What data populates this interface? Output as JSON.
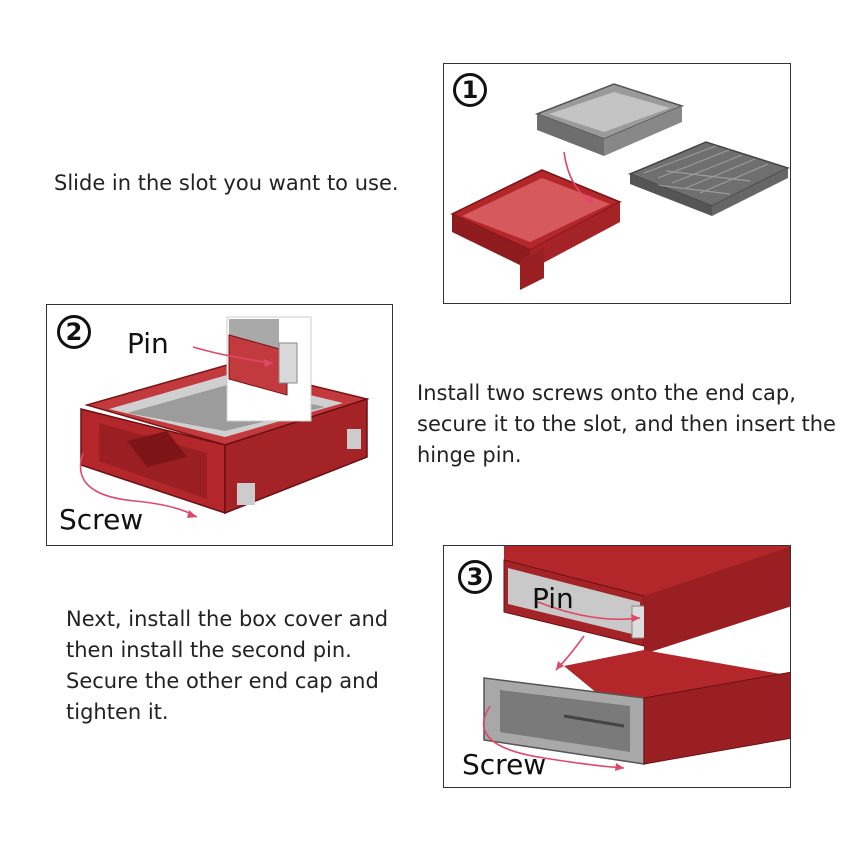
{
  "steps": [
    {
      "number": "1",
      "text": "Slide in the slot you want to use."
    },
    {
      "number": "2",
      "text": "Install two screws onto the end cap, secure it to the slot, and then insert the hinge pin.",
      "labels": {
        "pin": "Pin",
        "screw": "Screw"
      }
    },
    {
      "number": "3",
      "text": "Next, install the box cover and then install the second pin. Secure the other end cap and tighten it.",
      "labels": {
        "pin": "Pin",
        "screw": "Screw"
      }
    }
  ],
  "colors": {
    "part_red": "#b3272a",
    "part_gray": "#7a7a7a",
    "arrow_pink": "#e0486a",
    "border": "#333333"
  }
}
